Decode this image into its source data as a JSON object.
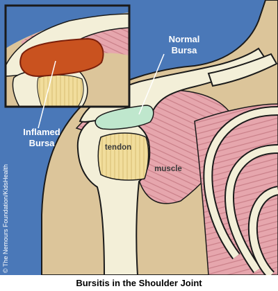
{
  "labels": {
    "normal_bursa": [
      "Normal",
      "Bursa"
    ],
    "inflamed_bursa": [
      "Inflamed",
      "Bursa"
    ],
    "tendon": "tendon",
    "muscle": "muscle"
  },
  "credit": "© The Nemours Foundation/KidsHealth",
  "caption": "Bursitis in the Shoulder Joint",
  "colors": {
    "background": "#4a78b8",
    "skin": "#dcc59a",
    "bone": "#f3efd8",
    "muscle": "#e6a6ad",
    "tendon": "#f1dd9c",
    "normal_bursa": "#bfe7cd",
    "inflamed_bursa": "#c9521f",
    "outline": "#1a1a1a"
  }
}
